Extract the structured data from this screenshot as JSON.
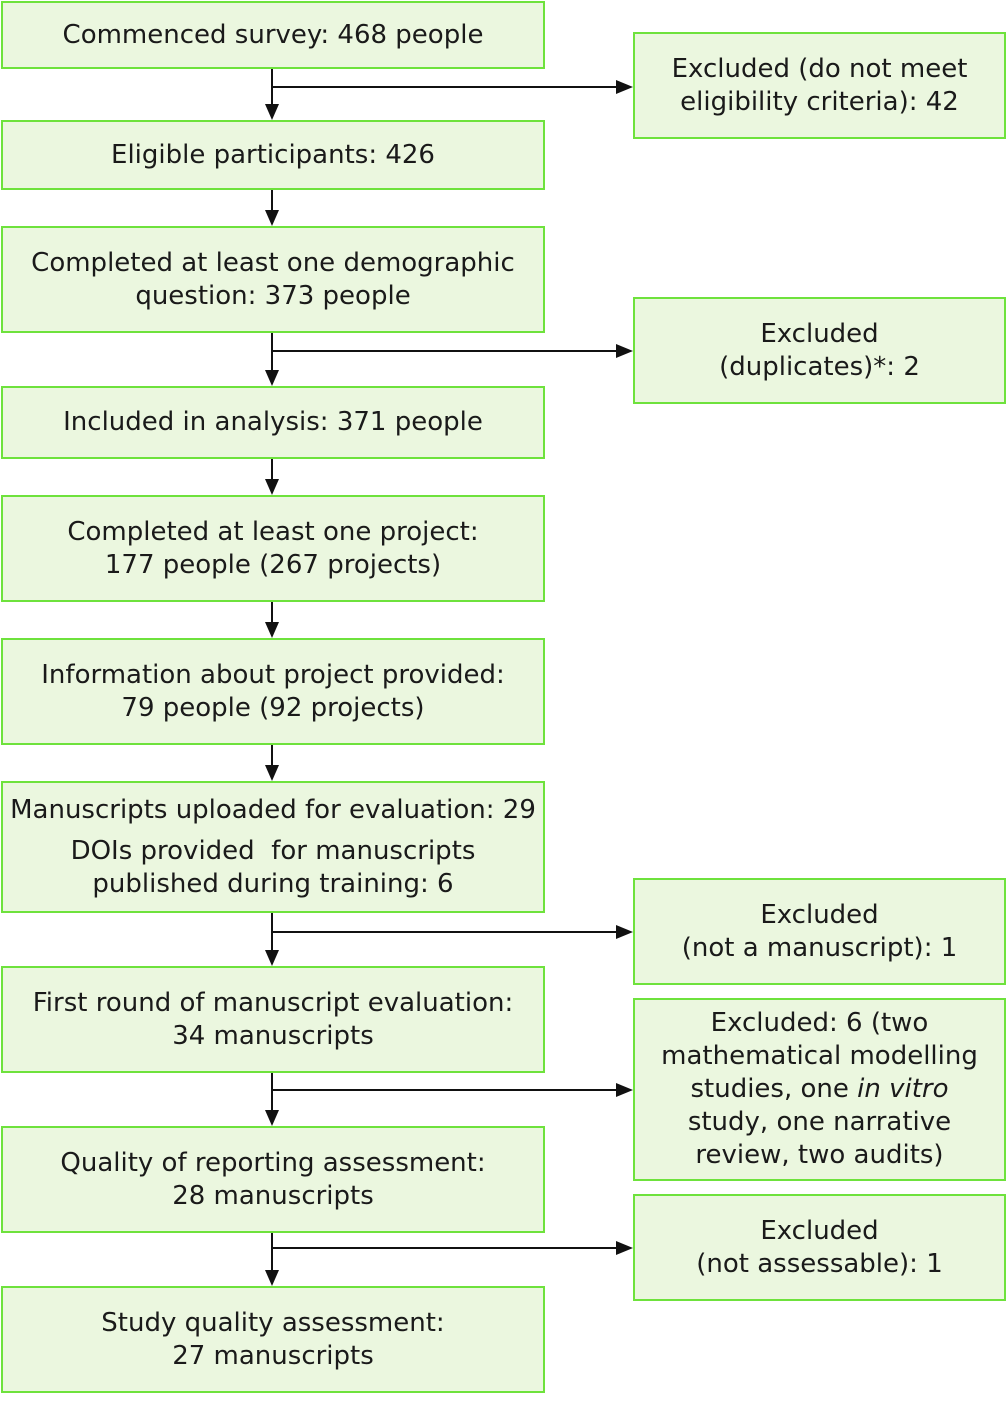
{
  "main_boxes": [
    {
      "lines": [
        "Commenced survey: 468 people"
      ]
    },
    {
      "lines": [
        "Eligible participants: 426"
      ]
    },
    {
      "lines": [
        "Completed at least one demographic",
        "question: 373 people"
      ]
    },
    {
      "lines": [
        "Included in analysis: 371 people"
      ]
    },
    {
      "lines": [
        "Completed at least one project:",
        "177 people (267 projects)"
      ]
    },
    {
      "lines": [
        "Information about project provided:",
        "79 people (92 projects)"
      ]
    },
    {
      "lines": [
        "Manuscripts uploaded for evaluation: 29",
        "DOIs provided  for manuscripts",
        "published during training: 6"
      ]
    },
    {
      "lines": [
        "First round of manuscript evaluation:",
        "34 manuscripts"
      ]
    },
    {
      "lines": [
        "Quality of reporting assessment:",
        "28 manuscripts"
      ]
    },
    {
      "lines": [
        "Study quality assessment:",
        "27 manuscripts"
      ]
    }
  ],
  "exclusion_boxes": [
    {
      "lines": [
        "Excluded (do not meet",
        "eligibility criteria): 42"
      ]
    },
    {
      "lines": [
        "Excluded",
        "(duplicates)*: 2"
      ]
    },
    {
      "lines": [
        "Excluded",
        "(not a manuscript): 1"
      ]
    },
    {
      "lines": [
        "Excluded: 6 (two",
        "mathematical modelling",
        "studies, one ",
        "in vitro",
        "study, one narrative",
        "review, two audits)"
      ]
    },
    {
      "lines": [
        "Excluded",
        "(not assessable): 1"
      ]
    }
  ],
  "colors": {
    "box_fill": "#ebf7df",
    "box_border": "#6ee23c",
    "arrow": "#111111"
  }
}
